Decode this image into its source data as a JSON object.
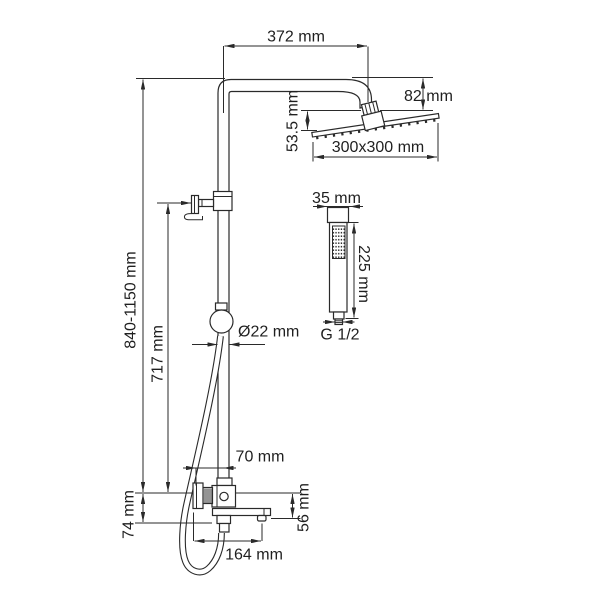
{
  "drawing": {
    "type": "technical-dimension-drawing",
    "subject": "shower-column-system",
    "colors": {
      "background": "#ffffff",
      "line": "#2a2a2a",
      "text": "#1f1f1f"
    },
    "labels": {
      "arm_width": "372 mm",
      "head_drop": "82 mm",
      "head_face": "53.5 mm",
      "head_size": "300x300 mm",
      "hand_width": "35 mm",
      "hand_length": "225 mm",
      "thread": "G 1/2",
      "column_height": "840-1150 mm",
      "upper_section": "717 mm",
      "pipe_diameter": "Ø22 mm",
      "valve_offset": "70 mm",
      "spout_drop": "56 mm",
      "outlet_drop": "74 mm",
      "spout_reach": "164 mm"
    }
  }
}
